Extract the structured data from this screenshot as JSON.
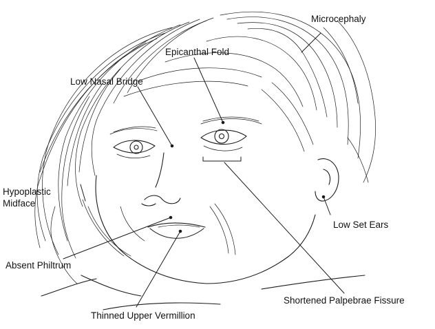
{
  "figure": {
    "labels": {
      "microcephaly": "Microcephaly",
      "epicanthal_fold": "Epicanthal Fold",
      "low_nasal_bridge": "Low Nasal Bridge",
      "hypoplastic_midface_line1": "Hypoplastic",
      "hypoplastic_midface_line2": "Midface",
      "low_set_ears": "Low Set Ears",
      "absent_philtrum": "Absent Philtrum",
      "shortened_palpebrae_fissure": "Shortened Palpebrae Fissure",
      "thinned_upper_vermillion": "Thinned Upper Vermillion"
    }
  }
}
